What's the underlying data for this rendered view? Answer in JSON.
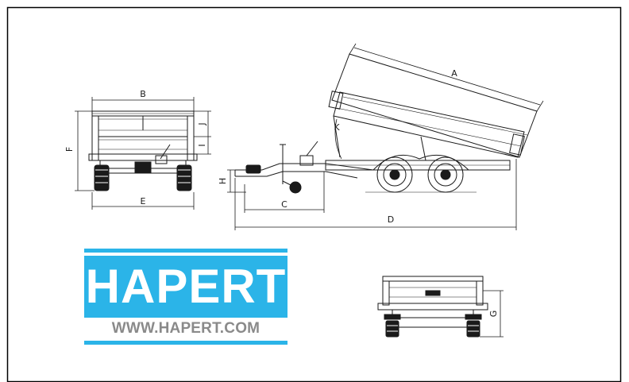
{
  "brand": {
    "name": "HAPERT",
    "url": "WWW.HAPERT.COM",
    "color_blue": "#2bb4e8",
    "color_grey": "#8a8a8a"
  },
  "dimension_labels": {
    "A": "A",
    "B": "B",
    "C": "C",
    "D": "D",
    "E": "E",
    "F": "F",
    "G": "G",
    "H": "H",
    "I": "I",
    "J": "J",
    "K": "K"
  },
  "colors": {
    "line": "#1a1a1a",
    "border": "#000000"
  }
}
